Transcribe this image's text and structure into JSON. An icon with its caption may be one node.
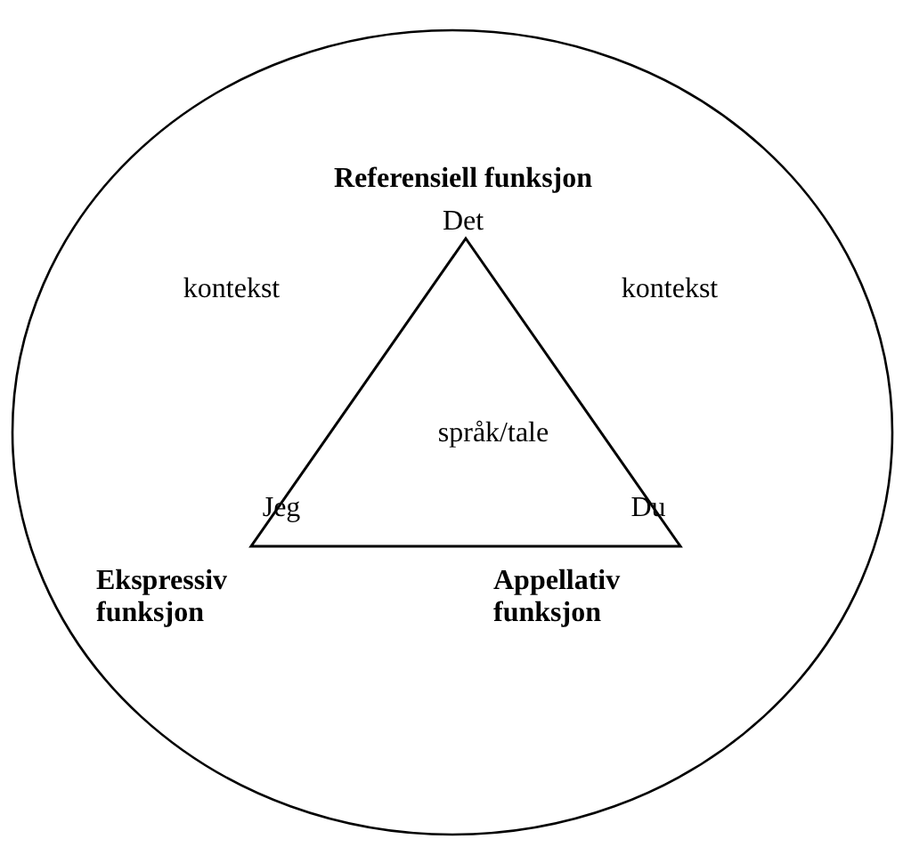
{
  "diagram": {
    "nodes": [
      {
        "text": [],
        "shape": "circle"
      },
      {
        "text": [
          "språk/tale",
          "Jeg",
          "Du"
        ],
        "in": 0,
        "beside": [
          "Referensiell funksjon",
          "Det",
          "Ekspressiv funksjon",
          "Appellativ funksjon"
        ]
      }
    ],
    "labels": [
      "kontekst",
      "kontekst"
    ]
  }
}
